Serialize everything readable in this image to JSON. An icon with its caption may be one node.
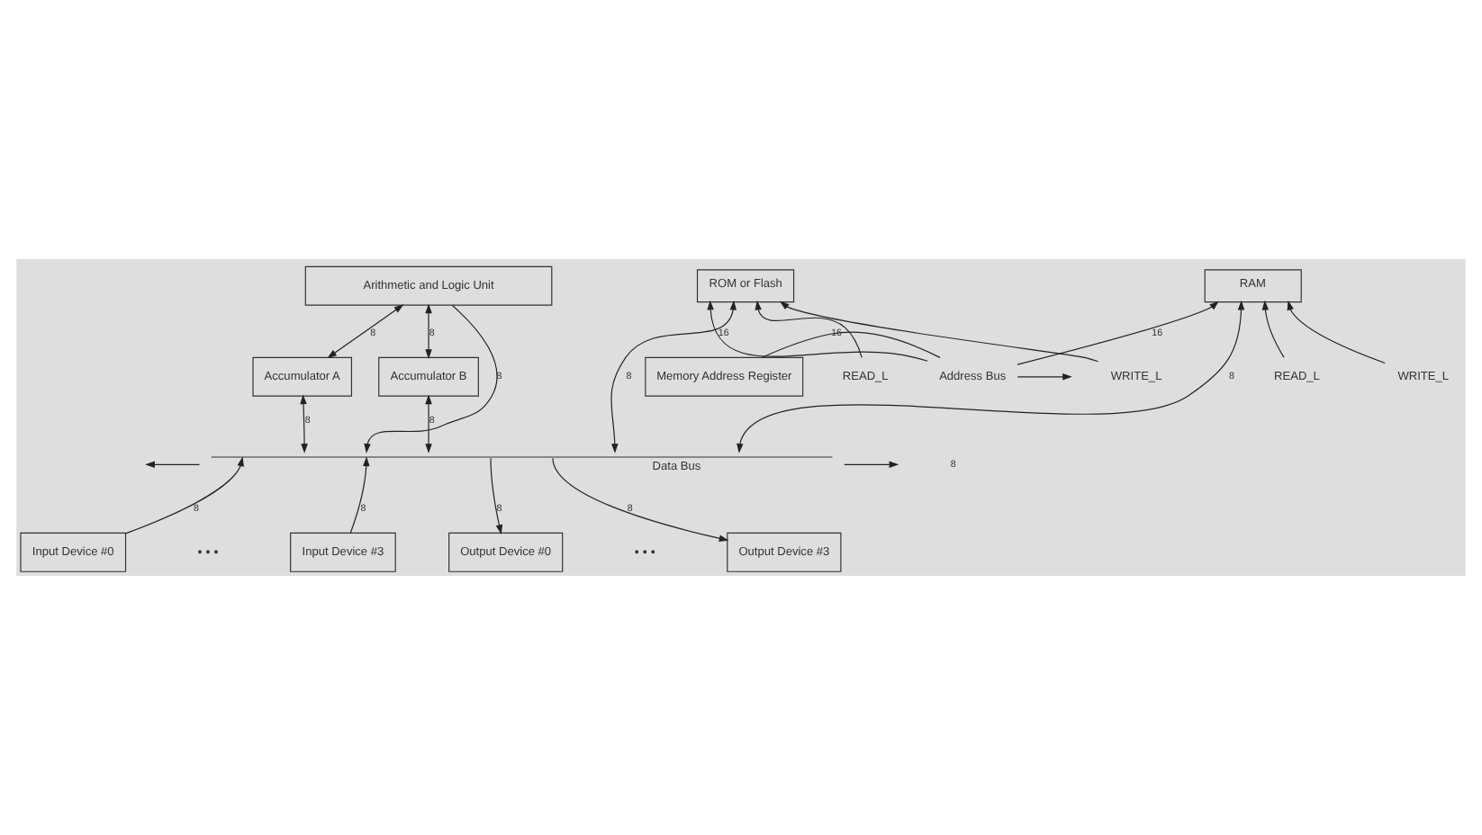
{
  "diagram": {
    "nodes": [
      {
        "text": [
          "Arithmetic and Logic Unit"
        ]
      },
      {
        "text": [
          "ROM or Flash"
        ]
      },
      {
        "text": [
          "RAM"
        ]
      },
      {
        "text": [
          "READ_L"
        ]
      },
      {
        "text": [
          "WRITE_L"
        ]
      },
      {
        "text": [
          "READ_L"
        ]
      },
      {
        "text": [
          "WRITE_L"
        ]
      },
      {
        "text": [
          "Memory Address Register"
        ]
      },
      {
        "text": [
          "Address Bus"
        ]
      },
      {
        "text": [
          "Accumulator A"
        ]
      },
      {
        "text": [
          "Accumulator B"
        ]
      },
      {
        "text": [
          "Data Bus"
        ]
      },
      {
        "text": [
          "Input Device #0"
        ]
      },
      {
        "text": [
          "Input Device #3"
        ]
      },
      {
        "text": [
          "Output Device #0"
        ]
      },
      {
        "text": [
          "Output Device #3"
        ]
      }
    ],
    "edges": [
      {
        "from": 0,
        "to": 9,
        "arrow": "both",
        "label": "8"
      },
      {
        "from": 0,
        "to": 11,
        "arrow": "to",
        "label": "8"
      },
      {
        "from": 0,
        "to": 10,
        "arrow": "both",
        "label": "8"
      },
      {
        "from": 8,
        "to": 1,
        "arrow": "to",
        "label": "16"
      },
      {
        "from": 3,
        "to": 1,
        "arrow": "to"
      },
      {
        "from": 4,
        "to": 1,
        "arrow": "to"
      },
      {
        "from": 8,
        "to": 2,
        "arrow": "to",
        "label": "16"
      },
      {
        "from": 5,
        "to": 2,
        "arrow": "to"
      },
      {
        "from": 6,
        "to": 2,
        "arrow": "to"
      },
      {
        "from": 7,
        "to": 8,
        "arrow": "none",
        "label": "16"
      },
      {
        "from": 8,
        "to": null,
        "arrow": "to"
      },
      {
        "from": 1,
        "to": 11,
        "arrow": "both",
        "label": "8"
      },
      {
        "from": 2,
        "to": 11,
        "arrow": "both",
        "label": "8"
      },
      {
        "from": 9,
        "to": 11,
        "arrow": "both",
        "label": "8"
      },
      {
        "from": 10,
        "to": 11,
        "arrow": "both",
        "label": "8"
      },
      {
        "from": 11,
        "to": null,
        "arrow": "to"
      },
      {
        "from": 11,
        "to": null,
        "arrow": "to"
      },
      {
        "from": 12,
        "to": 11,
        "arrow": "to",
        "label": "8"
      },
      {
        "from": 13,
        "to": 11,
        "arrow": "to",
        "label": "8"
      },
      {
        "from": 11,
        "to": 14,
        "arrow": "to",
        "label": "8"
      },
      {
        "from": 11,
        "to": 15,
        "arrow": "to",
        "label": "8"
      }
    ],
    "labels": [
      "8",
      "• • •",
      "• • •"
    ]
  }
}
